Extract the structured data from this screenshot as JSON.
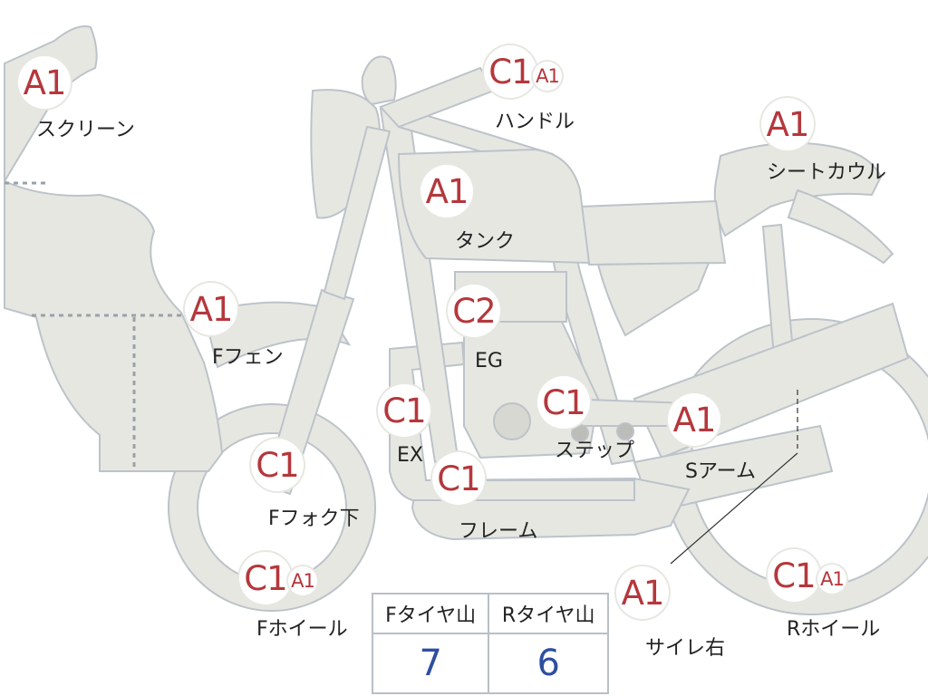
{
  "parts": [
    {
      "id": "screen",
      "grades": [
        "A1"
      ],
      "label": "スクリーン"
    },
    {
      "id": "handle",
      "grades": [
        "C1",
        "A1"
      ],
      "label": "ハンドル"
    },
    {
      "id": "seatcowl",
      "grades": [
        "A1"
      ],
      "label": "シートカウル"
    },
    {
      "id": "tank",
      "grades": [
        "A1"
      ],
      "label": "タンク"
    },
    {
      "id": "ffender",
      "grades": [
        "A1"
      ],
      "label": "Fフェン"
    },
    {
      "id": "engine",
      "grades": [
        "C2"
      ],
      "label": "EG"
    },
    {
      "id": "exhaust",
      "grades": [
        "C1"
      ],
      "label": "EX"
    },
    {
      "id": "step",
      "grades": [
        "C1"
      ],
      "label": "ステップ"
    },
    {
      "id": "swingarm",
      "grades": [
        "A1"
      ],
      "label": "Sアーム"
    },
    {
      "id": "ffork",
      "grades": [
        "C1"
      ],
      "label": "Fフォク下"
    },
    {
      "id": "frame",
      "grades": [
        "C1"
      ],
      "label": "フレーム"
    },
    {
      "id": "fwheel",
      "grades": [
        "C1",
        "A1"
      ],
      "label": "Fホイール"
    },
    {
      "id": "muffler",
      "grades": [
        "A1"
      ],
      "label": "サイレ右"
    },
    {
      "id": "rwheel",
      "grades": [
        "C1",
        "A1"
      ],
      "label": "Rホイール"
    }
  ],
  "tire_tread": {
    "headers": [
      "Fタイヤ山",
      "Rタイヤ山"
    ],
    "values": [
      "7",
      "6"
    ]
  },
  "colors": {
    "part_fill": "#e7e7e2",
    "part_stroke": "#bcc3c9",
    "grade_text": "#b5373c",
    "tread_value": "#2d4fa0"
  }
}
